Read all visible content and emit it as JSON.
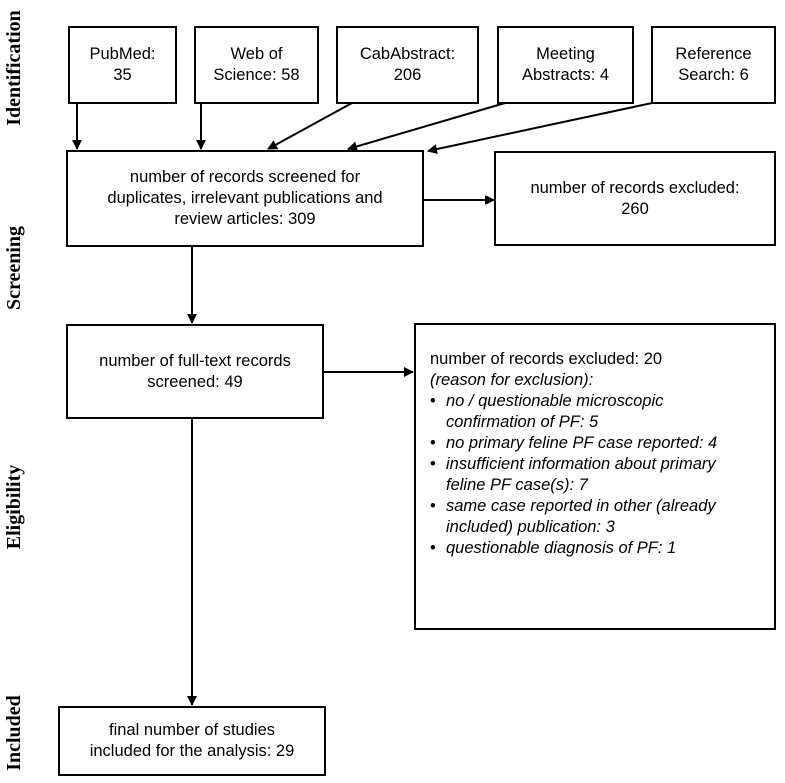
{
  "stages": {
    "identification": "Identification",
    "screening": "Screening",
    "eligibility": "Eligibility",
    "included": "Included"
  },
  "sources": [
    {
      "line1": "PubMed:",
      "line2": "35"
    },
    {
      "line1": "Web of",
      "line2": "Science: 58"
    },
    {
      "line1": "CabAbstract:",
      "line2": "206"
    },
    {
      "line1": "Meeting",
      "line2": "Abstracts: 4"
    },
    {
      "line1": "Reference",
      "line2": "Search: 6"
    }
  ],
  "screened": {
    "line1": "number of records screened for",
    "line2": "duplicates, irrelevant publications and",
    "line3": "review articles: 309"
  },
  "excluded_screening": {
    "line1": "number of records excluded:",
    "line2": "260"
  },
  "fulltext": {
    "line1": "number of full-text records",
    "line2": "screened: 49"
  },
  "excluded_eligibility": {
    "title": "number of records excluded: 20",
    "subtitle": "(reason for exclusion):",
    "reasons": [
      {
        "line1": "no / questionable microscopic",
        "line2": "confirmation of PF: 5"
      },
      {
        "line1": "no primary feline PF case reported: 4",
        "line2": ""
      },
      {
        "line1": "insufficient information about primary",
        "line2": "feline PF case(s): 7"
      },
      {
        "line1": "same case reported in other (already",
        "line2": "included) publication: 3"
      },
      {
        "line1": "questionable diagnosis of PF: 1",
        "line2": ""
      }
    ]
  },
  "final": {
    "line1": "final number of studies",
    "line2": "included for the analysis: 29"
  }
}
